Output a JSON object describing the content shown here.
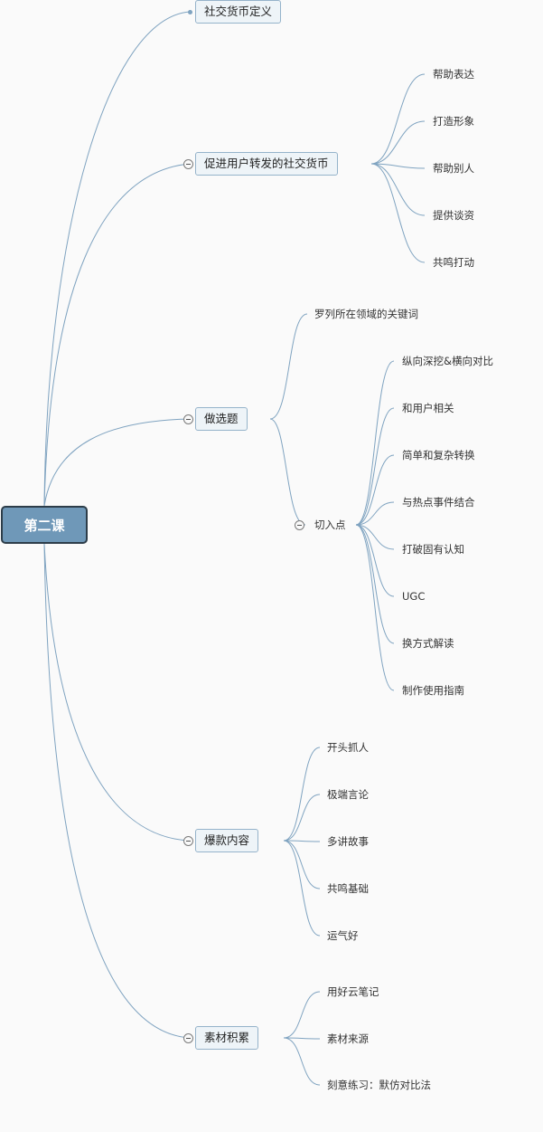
{
  "root": {
    "label": "第二课"
  },
  "branches": [
    {
      "label": "社交货币定义"
    },
    {
      "label": "促进用户转发的社交货币",
      "children": [
        "帮助表达",
        "打造形象",
        "帮助别人",
        "提供谈资",
        "共鸣打动"
      ]
    },
    {
      "label": "做选题",
      "children": [
        "罗列所在领域的关键词"
      ],
      "sub": {
        "label": "切入点",
        "children": [
          "纵向深挖&横向对比",
          "和用户相关",
          "简单和复杂转换",
          "与热点事件结合",
          "打破固有认知",
          "UGC",
          "换方式解读",
          "制作使用指南"
        ]
      }
    },
    {
      "label": "爆款内容",
      "children": [
        "开头抓人",
        "极端言论",
        "多讲故事",
        "共鸣基础",
        "运气好"
      ]
    },
    {
      "label": "素材积累",
      "children": [
        "用好云笔记",
        "素材来源",
        "刻意练习：默仿对比法"
      ]
    }
  ]
}
